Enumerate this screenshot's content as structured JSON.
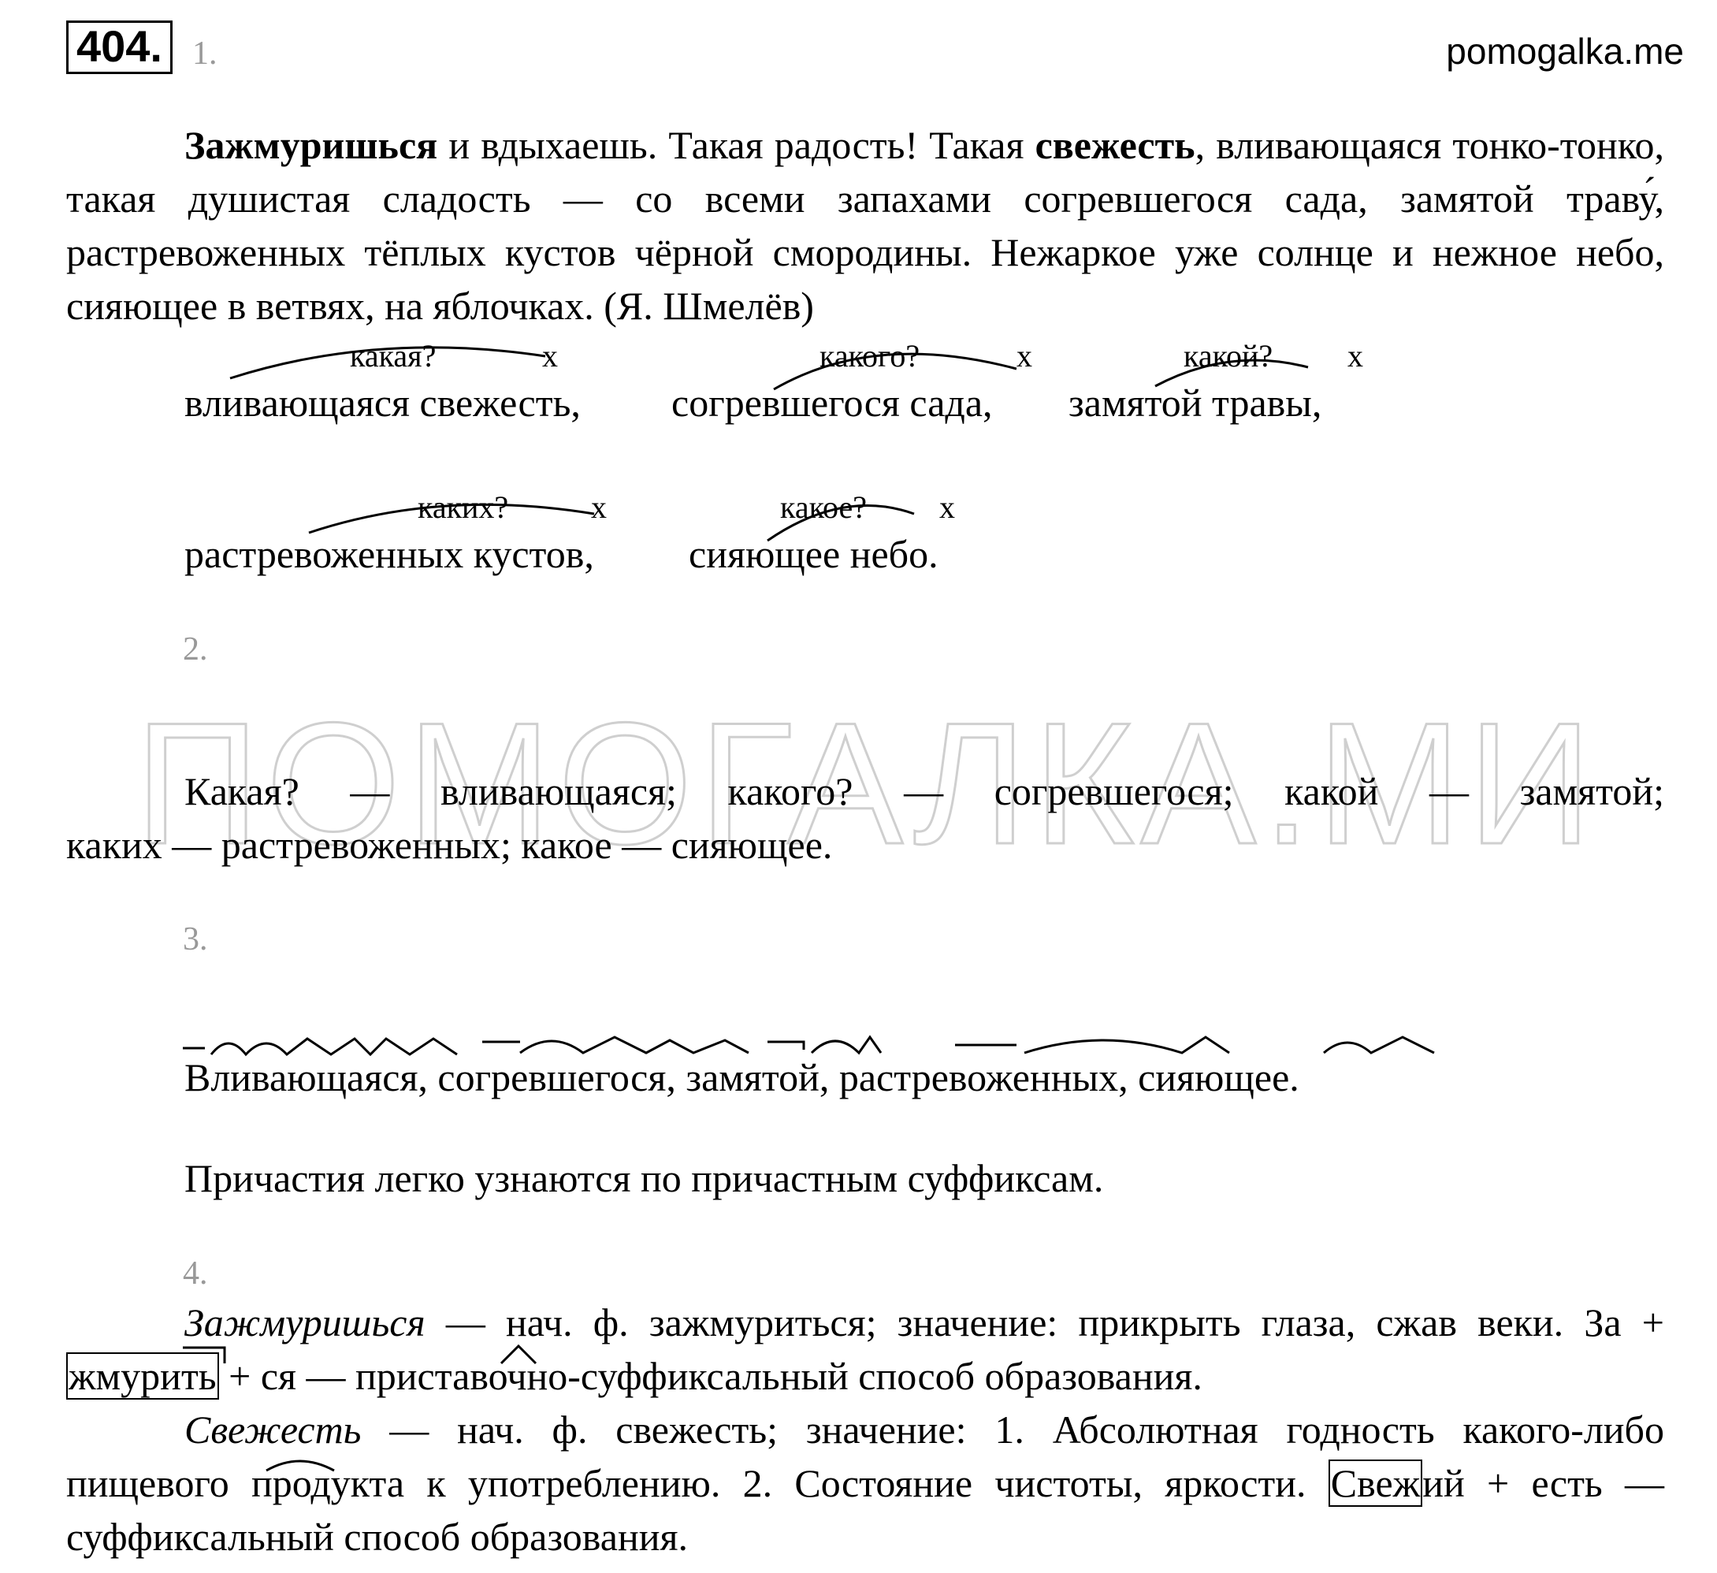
{
  "header": {
    "exercise_number": "404.",
    "site": "pomogalka.me"
  },
  "tasks": {
    "t1": "1.",
    "t2": "2.",
    "t3": "3.",
    "t4": "4."
  },
  "text": {
    "w1": "Зажмуришься",
    "p1": " и вдыхаешь. Такая радость! Такая ",
    "w2": "свежесть",
    "p2": ", вливающаяся тонко-тонко, такая душистая сладость — со всеми запахами согревшегося сада, замятой траву́, растревоженных тёплых кустов чёрной смородины. Нежаркое уже солнце и нежное небо, сияющее в ветвях, на яблочках. (Я. Шмелёв)"
  },
  "analysis1": {
    "q1": "какая?",
    "q2": "какого?",
    "q3": "какой?",
    "q4": "каких?",
    "q5": "какое?",
    "x": "x",
    "row1_a": "вливающаяся свежесть,",
    "row1_b": "согревшегося сада,",
    "row1_c": "замятой травы,",
    "row2_a": "растревоженных кустов,",
    "row2_b": "сияющее небо."
  },
  "task2": {
    "l1": "Какая? — вливающаяся; какого? — согревшегося; какой — замятой;",
    "l2": "каких — растревоженных; какое — сияющее."
  },
  "task3": {
    "words": "Вливающаяся, согревшегося, замятой, растревоженных, сияющее.",
    "note": "Причастия легко узнаются по причастным суффиксам."
  },
  "task4": {
    "w1": "Зажмуришься",
    "d1": " — нач. ф. зажмуриться; значение: прикрыть глаза, сжав веки.",
    "m1a": "За",
    "m1b": "жмурить",
    "m1c": "ся",
    "d1b": " — приставочно-суффиксальный способ образования.",
    "w2": "Свежесть",
    "d2": " — нач. ф. свежесть; значение: 1. Абсолютная годность какого-либо пищевого продукта к употреблению. 2. Состояние чистоты, яркости.",
    "m2a": "Свеж",
    "m2b": "ий",
    "m2c": "есть",
    "d2b": " — суффиксальный способ образования."
  },
  "watermark": "ПОМОГАЛКА.МИ"
}
